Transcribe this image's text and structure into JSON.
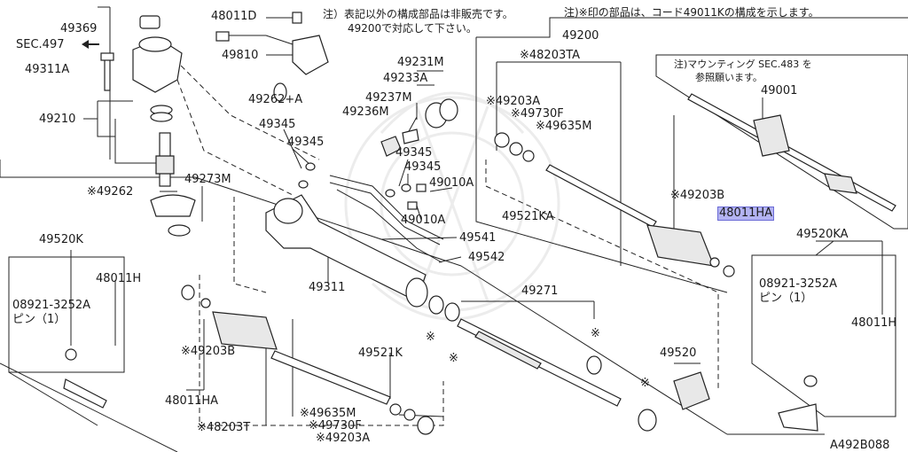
{
  "diagram": {
    "footer_code": "A492B088",
    "notes": {
      "top_center": [
        "注）表記以外の構成部品は非販売です。",
        "49200で対応して下さい。"
      ],
      "top_right": "注)※印の部品は、コード49011Kの構成を示します。",
      "right_box": [
        "注)マウンティング SEC.483 を",
        "参照願います。"
      ]
    },
    "labels": {
      "p49369": "49369",
      "sec497": "SEC.497",
      "p49311A": "49311A",
      "p49210": "49210",
      "p48011D": "48011D",
      "p49810": "49810",
      "p49262A": "49262+A",
      "p49262": "※49262",
      "p49273M": "49273M",
      "p49231M": "49231M",
      "p49233A": "49233A",
      "p49237M": "49237M",
      "p49236M": "49236M",
      "p49345a": "49345",
      "p49345b": "49345",
      "p49345c": "49345",
      "p49345d": "49345",
      "p49010Aa": "49010A",
      "p49010Ab": "49010A",
      "p49541": "49541",
      "p49542": "49542",
      "p49311": "49311",
      "p49200": "49200",
      "p48203TA": "※48203TA",
      "p49203Aa": "※49203A",
      "p49730Fa": "※49730F",
      "p49635Ma": "※49635M",
      "p49521KA": "49521KA",
      "p49203Ba": "※49203B",
      "p48011HAa": "48011HA",
      "p49001": "49001",
      "p49520KA": "49520KA",
      "p08921a": "08921-3252A",
      "pinA": "ピン（1）",
      "p48011Ha": "48011H",
      "p49520K": "49520K",
      "p48011Hb": "48011H",
      "p08921b": "08921-3252A",
      "pinB": "ピン（1）",
      "p49203Bb": "※49203B",
      "p48011HAb": "48011HA",
      "p48203T": "※48203T",
      "p49521K": "49521K",
      "p49635Mb": "※49635M",
      "p49730Fb": "※49730F",
      "p49203Ab": "※49203A",
      "p49271": "49271",
      "p49520": "49520",
      "star1": "※",
      "star2": "※",
      "star3": "※",
      "star4": "※"
    }
  },
  "colors": {
    "line": "#222222",
    "highlight": "#b3b3f2",
    "watermark": "#ececec"
  }
}
